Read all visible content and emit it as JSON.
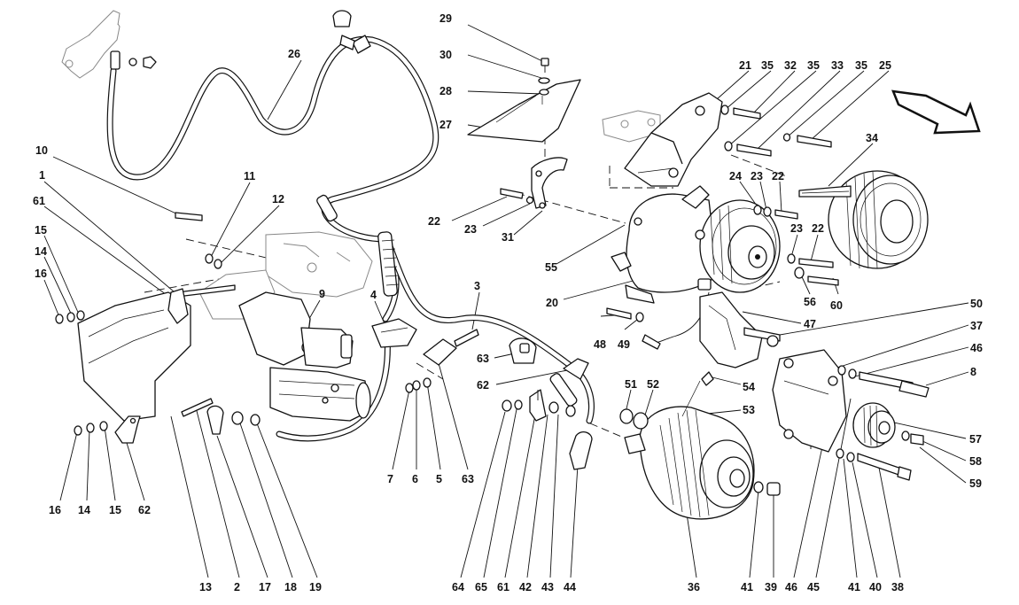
{
  "diagram": {
    "arrow_color": "#111111",
    "labels": [
      {
        "id": "l29",
        "text": "29"
      },
      {
        "id": "l30",
        "text": "30"
      },
      {
        "id": "l28",
        "text": "28"
      },
      {
        "id": "l27",
        "text": "27"
      },
      {
        "id": "l26",
        "text": "26"
      },
      {
        "id": "l21",
        "text": "21"
      },
      {
        "id": "l35a",
        "text": "35"
      },
      {
        "id": "l32",
        "text": "32"
      },
      {
        "id": "l35b",
        "text": "35"
      },
      {
        "id": "l33",
        "text": "33"
      },
      {
        "id": "l35c",
        "text": "35"
      },
      {
        "id": "l25",
        "text": "25"
      },
      {
        "id": "l34",
        "text": "34"
      },
      {
        "id": "l10",
        "text": "10"
      },
      {
        "id": "l1",
        "text": "1"
      },
      {
        "id": "l11",
        "text": "11"
      },
      {
        "id": "l12",
        "text": "12"
      },
      {
        "id": "l61a",
        "text": "61"
      },
      {
        "id": "l15a",
        "text": "15"
      },
      {
        "id": "l14a",
        "text": "14"
      },
      {
        "id": "l16a",
        "text": "16"
      },
      {
        "id": "l9",
        "text": "9"
      },
      {
        "id": "l4",
        "text": "4"
      },
      {
        "id": "l3",
        "text": "3"
      },
      {
        "id": "l24",
        "text": "24"
      },
      {
        "id": "l23a",
        "text": "23"
      },
      {
        "id": "l22a",
        "text": "22"
      },
      {
        "id": "l22b",
        "text": "22"
      },
      {
        "id": "l23b",
        "text": "23"
      },
      {
        "id": "l31",
        "text": "31"
      },
      {
        "id": "l23c",
        "text": "23"
      },
      {
        "id": "l22c",
        "text": "22"
      },
      {
        "id": "l55",
        "text": "55"
      },
      {
        "id": "l56",
        "text": "56"
      },
      {
        "id": "l60",
        "text": "60"
      },
      {
        "id": "l20",
        "text": "20"
      },
      {
        "id": "l50",
        "text": "50"
      },
      {
        "id": "l48",
        "text": "48"
      },
      {
        "id": "l49",
        "text": "49"
      },
      {
        "id": "l47",
        "text": "47"
      },
      {
        "id": "l37",
        "text": "37"
      },
      {
        "id": "l46a",
        "text": "46"
      },
      {
        "id": "l63a",
        "text": "63"
      },
      {
        "id": "l8",
        "text": "8"
      },
      {
        "id": "l62a",
        "text": "62"
      },
      {
        "id": "l54",
        "text": "54"
      },
      {
        "id": "l51",
        "text": "51"
      },
      {
        "id": "l52",
        "text": "52"
      },
      {
        "id": "l53",
        "text": "53"
      },
      {
        "id": "l7",
        "text": "7"
      },
      {
        "id": "l6",
        "text": "6"
      },
      {
        "id": "l5",
        "text": "5"
      },
      {
        "id": "l63b",
        "text": "63"
      },
      {
        "id": "l57",
        "text": "57"
      },
      {
        "id": "l58",
        "text": "58"
      },
      {
        "id": "l59",
        "text": "59"
      },
      {
        "id": "l16b",
        "text": "16"
      },
      {
        "id": "l14b",
        "text": "14"
      },
      {
        "id": "l15b",
        "text": "15"
      },
      {
        "id": "l62b",
        "text": "62"
      },
      {
        "id": "l13",
        "text": "13"
      },
      {
        "id": "l2",
        "text": "2"
      },
      {
        "id": "l17",
        "text": "17"
      },
      {
        "id": "l18",
        "text": "18"
      },
      {
        "id": "l19",
        "text": "19"
      },
      {
        "id": "l64",
        "text": "64"
      },
      {
        "id": "l65",
        "text": "65"
      },
      {
        "id": "l61b",
        "text": "61"
      },
      {
        "id": "l42",
        "text": "42"
      },
      {
        "id": "l43",
        "text": "43"
      },
      {
        "id": "l44",
        "text": "44"
      },
      {
        "id": "l36",
        "text": "36"
      },
      {
        "id": "l41a",
        "text": "41"
      },
      {
        "id": "l39",
        "text": "39"
      },
      {
        "id": "l46b",
        "text": "46"
      },
      {
        "id": "l45",
        "text": "45"
      },
      {
        "id": "l41b",
        "text": "41"
      },
      {
        "id": "l40",
        "text": "40"
      },
      {
        "id": "l38",
        "text": "38"
      }
    ]
  }
}
